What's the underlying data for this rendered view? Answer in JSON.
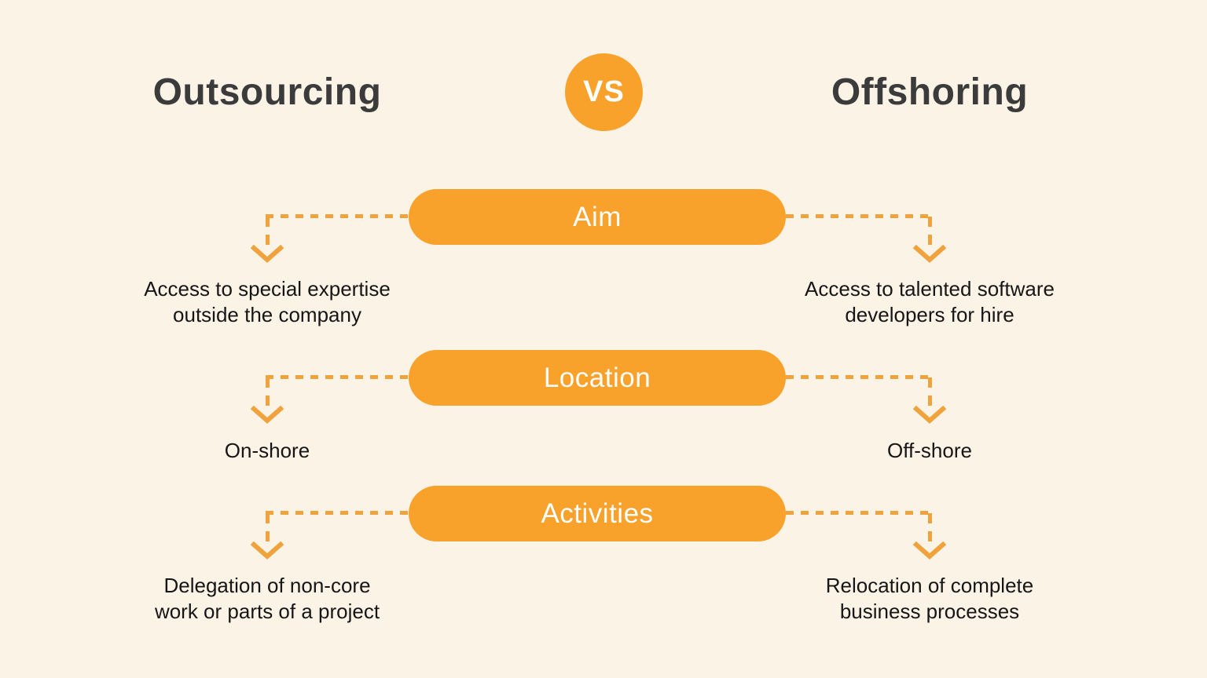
{
  "header": {
    "title_left": "Outsourcing",
    "title_right": "Offshoring",
    "vs_badge": "VS"
  },
  "rows": [
    {
      "label": "Aim",
      "left": "Access to special expertise\noutside the company",
      "right": "Access to talented software\ndevelopers for hire"
    },
    {
      "label": "Location",
      "left": "On-shore",
      "right": "Off-shore"
    },
    {
      "label": "Activities",
      "left": "Delegation of non-core\nwork or parts of a project",
      "right": "Relocation of complete\nbusiness processes"
    }
  ],
  "colors": {
    "background": "#FCF3E7",
    "accent_orange": "#F8A12B",
    "connector_orange": "#F0A33C",
    "title_text": "#3B3B3B",
    "body_text": "#161616",
    "pill_text": "#FFFFFF"
  }
}
